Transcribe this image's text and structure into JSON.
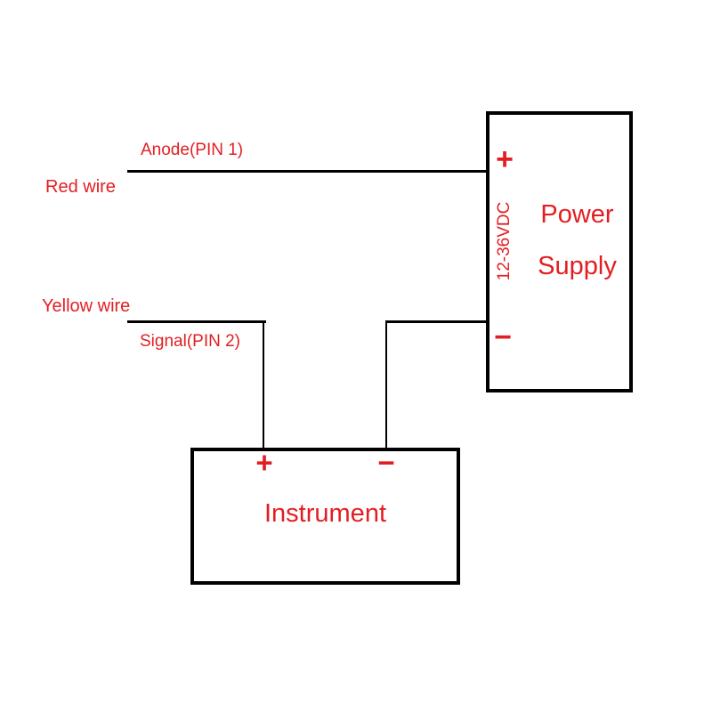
{
  "diagram": {
    "colors": {
      "accent": "#e31e22",
      "line": "#000000",
      "background": "#ffffff"
    },
    "labels": {
      "anode": "Anode(PIN 1)",
      "red_wire": "Red wire",
      "yellow_wire": "Yellow wire",
      "signal": "Signal(PIN 2)"
    },
    "power_supply": {
      "name_line1": "Power",
      "name_line2": "Supply",
      "voltage_rating": "12-36VDC",
      "positive_terminal": "+",
      "negative_terminal": "−"
    },
    "instrument": {
      "name": "Instrument",
      "positive_terminal": "+",
      "negative_terminal": "−"
    }
  }
}
